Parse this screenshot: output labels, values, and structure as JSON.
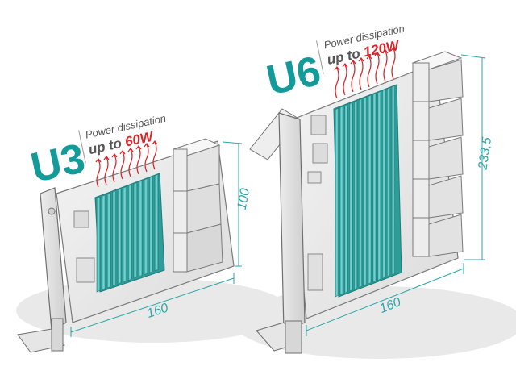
{
  "cards": [
    {
      "id": "u3",
      "title": "U3",
      "power_label": "Power dissipation",
      "power_value_prefix": "up to ",
      "power_value": "60W",
      "depth": "160",
      "height": "100"
    },
    {
      "id": "u6",
      "title": "U6",
      "power_label": "Power dissipation",
      "power_value_prefix": "up to ",
      "power_value": "120W",
      "depth": "160",
      "height": "233,5"
    }
  ],
  "colors": {
    "accent": "#139a9a",
    "heat": "#d9252a",
    "heatsink": "#4cc2bf",
    "dimension": "#2aa7a7",
    "outline": "#6f6f6f"
  }
}
